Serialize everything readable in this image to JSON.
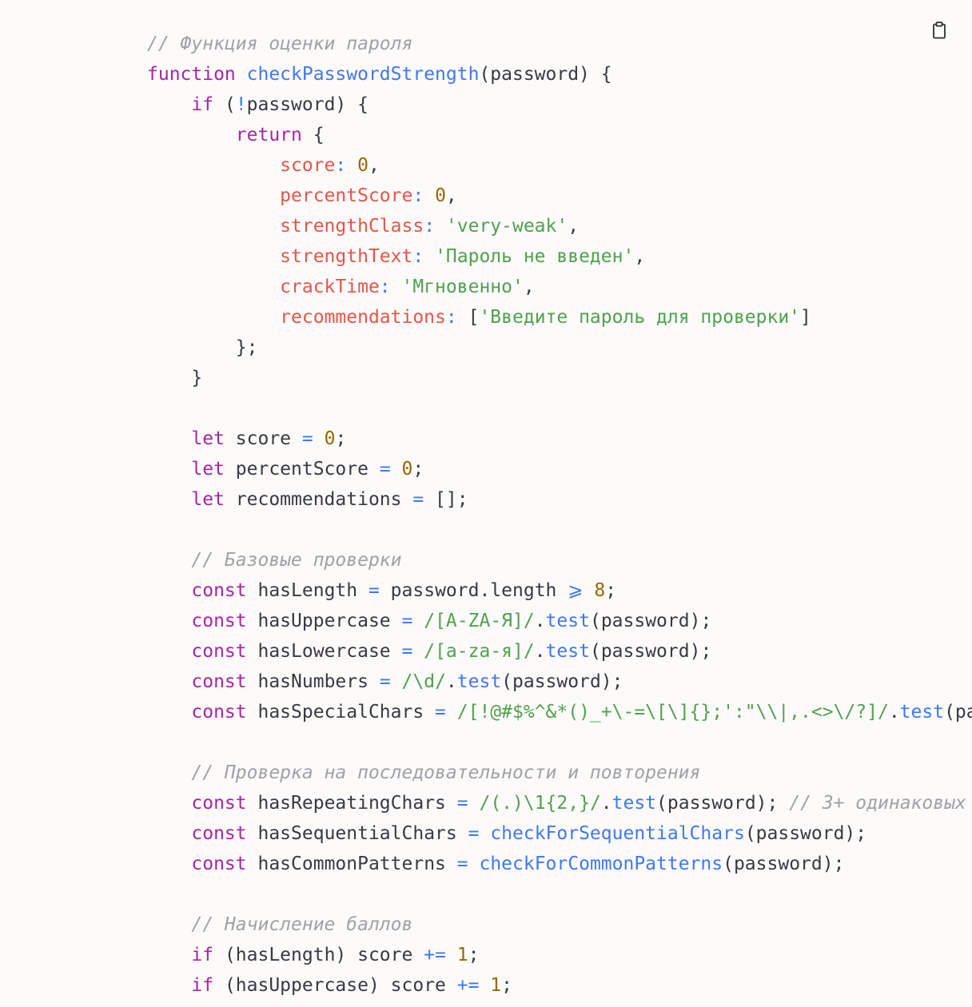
{
  "toolbar": {
    "copy_icon": "clipboard-icon"
  },
  "colors": {
    "background": "#fcfbfa",
    "plain": "#383a42",
    "keyword": "#a626a4",
    "function": "#4078f2",
    "operator": "#4078f2",
    "number": "#986801",
    "string": "#50a14f",
    "property": "#e45649",
    "comment": "#a0a1a7"
  },
  "code": {
    "language": "javascript",
    "lines": [
      [
        [
          "comment",
          "// Функция оценки пароля"
        ]
      ],
      [
        [
          "keyword",
          "function"
        ],
        [
          "plain",
          " "
        ],
        [
          "function",
          "checkPasswordStrength"
        ],
        [
          "plain",
          "(password) {"
        ]
      ],
      [
        [
          "plain",
          "    "
        ],
        [
          "keyword",
          "if"
        ],
        [
          "plain",
          " ("
        ],
        [
          "operator",
          "!"
        ],
        [
          "plain",
          "password) {"
        ]
      ],
      [
        [
          "plain",
          "        "
        ],
        [
          "keyword",
          "return"
        ],
        [
          "plain",
          " {"
        ]
      ],
      [
        [
          "plain",
          "            "
        ],
        [
          "property",
          "score"
        ],
        [
          "operator",
          ":"
        ],
        [
          "plain",
          " "
        ],
        [
          "number",
          "0"
        ],
        [
          "plain",
          ","
        ]
      ],
      [
        [
          "plain",
          "            "
        ],
        [
          "property",
          "percentScore"
        ],
        [
          "operator",
          ":"
        ],
        [
          "plain",
          " "
        ],
        [
          "number",
          "0"
        ],
        [
          "plain",
          ","
        ]
      ],
      [
        [
          "plain",
          "            "
        ],
        [
          "property",
          "strengthClass"
        ],
        [
          "operator",
          ":"
        ],
        [
          "plain",
          " "
        ],
        [
          "string",
          "'very-weak'"
        ],
        [
          "plain",
          ","
        ]
      ],
      [
        [
          "plain",
          "            "
        ],
        [
          "property",
          "strengthText"
        ],
        [
          "operator",
          ":"
        ],
        [
          "plain",
          " "
        ],
        [
          "string",
          "'Пароль не введен'"
        ],
        [
          "plain",
          ","
        ]
      ],
      [
        [
          "plain",
          "            "
        ],
        [
          "property",
          "crackTime"
        ],
        [
          "operator",
          ":"
        ],
        [
          "plain",
          " "
        ],
        [
          "string",
          "'Мгновенно'"
        ],
        [
          "plain",
          ","
        ]
      ],
      [
        [
          "plain",
          "            "
        ],
        [
          "property",
          "recommendations"
        ],
        [
          "operator",
          ":"
        ],
        [
          "plain",
          " ["
        ],
        [
          "string",
          "'Введите пароль для проверки'"
        ],
        [
          "plain",
          "]"
        ]
      ],
      [
        [
          "plain",
          "        };"
        ]
      ],
      [
        [
          "plain",
          "    }"
        ]
      ],
      [],
      [
        [
          "plain",
          "    "
        ],
        [
          "keyword",
          "let"
        ],
        [
          "plain",
          " score "
        ],
        [
          "operator",
          "="
        ],
        [
          "plain",
          " "
        ],
        [
          "number",
          "0"
        ],
        [
          "plain",
          ";"
        ]
      ],
      [
        [
          "plain",
          "    "
        ],
        [
          "keyword",
          "let"
        ],
        [
          "plain",
          " percentScore "
        ],
        [
          "operator",
          "="
        ],
        [
          "plain",
          " "
        ],
        [
          "number",
          "0"
        ],
        [
          "plain",
          ";"
        ]
      ],
      [
        [
          "plain",
          "    "
        ],
        [
          "keyword",
          "let"
        ],
        [
          "plain",
          " recommendations "
        ],
        [
          "operator",
          "="
        ],
        [
          "plain",
          " [];"
        ]
      ],
      [],
      [
        [
          "plain",
          "    "
        ],
        [
          "comment",
          "// Базовые проверки"
        ]
      ],
      [
        [
          "plain",
          "    "
        ],
        [
          "keyword",
          "const"
        ],
        [
          "plain",
          " hasLength "
        ],
        [
          "operator",
          "="
        ],
        [
          "plain",
          " password.length "
        ],
        [
          "operator",
          "⩾"
        ],
        [
          "plain",
          " "
        ],
        [
          "number",
          "8"
        ],
        [
          "plain",
          ";"
        ]
      ],
      [
        [
          "plain",
          "    "
        ],
        [
          "keyword",
          "const"
        ],
        [
          "plain",
          " hasUppercase "
        ],
        [
          "operator",
          "="
        ],
        [
          "plain",
          " "
        ],
        [
          "string",
          "/[A-ZА-Я]/"
        ],
        [
          "plain",
          "."
        ],
        [
          "function",
          "test"
        ],
        [
          "plain",
          "(password);"
        ]
      ],
      [
        [
          "plain",
          "    "
        ],
        [
          "keyword",
          "const"
        ],
        [
          "plain",
          " hasLowercase "
        ],
        [
          "operator",
          "="
        ],
        [
          "plain",
          " "
        ],
        [
          "string",
          "/[a-zа-я]/"
        ],
        [
          "plain",
          "."
        ],
        [
          "function",
          "test"
        ],
        [
          "plain",
          "(password);"
        ]
      ],
      [
        [
          "plain",
          "    "
        ],
        [
          "keyword",
          "const"
        ],
        [
          "plain",
          " hasNumbers "
        ],
        [
          "operator",
          "="
        ],
        [
          "plain",
          " "
        ],
        [
          "string",
          "/\\d/"
        ],
        [
          "plain",
          "."
        ],
        [
          "function",
          "test"
        ],
        [
          "plain",
          "(password);"
        ]
      ],
      [
        [
          "plain",
          "    "
        ],
        [
          "keyword",
          "const"
        ],
        [
          "plain",
          " hasSpecialChars "
        ],
        [
          "operator",
          "="
        ],
        [
          "plain",
          " "
        ],
        [
          "string",
          "/[!@#$%^&*()_+\\-=\\[\\]{};':\"\\\\|,.<>\\/?]/"
        ],
        [
          "plain",
          "."
        ],
        [
          "function",
          "test"
        ],
        [
          "plain",
          "(pa"
        ]
      ],
      [],
      [
        [
          "plain",
          "    "
        ],
        [
          "comment",
          "// Проверка на последовательности и повторения"
        ]
      ],
      [
        [
          "plain",
          "    "
        ],
        [
          "keyword",
          "const"
        ],
        [
          "plain",
          " hasRepeatingChars "
        ],
        [
          "operator",
          "="
        ],
        [
          "plain",
          " "
        ],
        [
          "string",
          "/(.)\\1{2,}/"
        ],
        [
          "plain",
          "."
        ],
        [
          "function",
          "test"
        ],
        [
          "plain",
          "(password); "
        ],
        [
          "comment",
          "// 3+ одинаковых"
        ]
      ],
      [
        [
          "plain",
          "    "
        ],
        [
          "keyword",
          "const"
        ],
        [
          "plain",
          " hasSequentialChars "
        ],
        [
          "operator",
          "="
        ],
        [
          "plain",
          " "
        ],
        [
          "function",
          "checkForSequentialChars"
        ],
        [
          "plain",
          "(password);"
        ]
      ],
      [
        [
          "plain",
          "    "
        ],
        [
          "keyword",
          "const"
        ],
        [
          "plain",
          " hasCommonPatterns "
        ],
        [
          "operator",
          "="
        ],
        [
          "plain",
          " "
        ],
        [
          "function",
          "checkForCommonPatterns"
        ],
        [
          "plain",
          "(password);"
        ]
      ],
      [],
      [
        [
          "plain",
          "    "
        ],
        [
          "comment",
          "// Начисление баллов"
        ]
      ],
      [
        [
          "plain",
          "    "
        ],
        [
          "keyword",
          "if"
        ],
        [
          "plain",
          " (hasLength) score "
        ],
        [
          "operator",
          "+="
        ],
        [
          "plain",
          " "
        ],
        [
          "number",
          "1"
        ],
        [
          "plain",
          ";"
        ]
      ],
      [
        [
          "plain",
          "    "
        ],
        [
          "keyword",
          "if"
        ],
        [
          "plain",
          " (hasUppercase) score "
        ],
        [
          "operator",
          "+="
        ],
        [
          "plain",
          " "
        ],
        [
          "number",
          "1"
        ],
        [
          "plain",
          ";"
        ]
      ]
    ]
  }
}
